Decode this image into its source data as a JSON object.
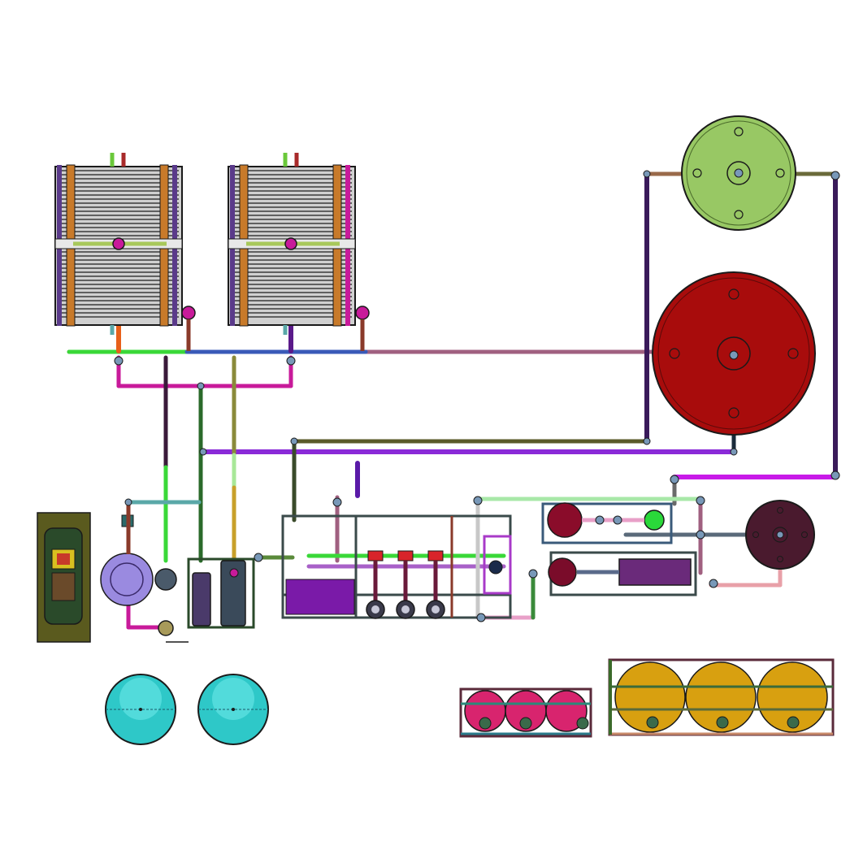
{
  "diagram": {
    "background": "#ffffff",
    "colors": {
      "outline": "#1a1a1a",
      "green_tank": "#98c864",
      "red_tank": "#a80c0c",
      "maroon_tank": "#4a1a2e",
      "cyan_tank": "#2ec8c8",
      "pink_tank": "#d8246e",
      "gold_tank": "#d8a010",
      "purple_pump": "#9a8ae0",
      "olive_panel": "#5a5a1e",
      "pipe_purple": "#3a1a5a",
      "pipe_violet": "#8a2ad8",
      "pipe_pink": "#a06080",
      "pipe_green": "#3ad838",
      "pipe_magenta": "#c81a9a",
      "pipe_olive": "#8a8a3a",
      "pipe_orange": "#e8601a",
      "pipe_brown": "#8a3a2a",
      "pipe_blue": "#3a5ab8",
      "pipe_dark_green": "#2a5a2a",
      "pipe_teal": "#5aa8a8",
      "valve_steel": "#7898b8"
    },
    "components": [
      "heat-exchanger-1",
      "heat-exchanger-2",
      "storage-tank-green",
      "storage-tank-red",
      "pump-purple",
      "control-cabinet",
      "filter-skid",
      "valve-manifold",
      "storage-tank-maroon",
      "expansion-vessel-1",
      "expansion-vessel-2",
      "tank-rack-small",
      "tank-rack-large"
    ]
  }
}
